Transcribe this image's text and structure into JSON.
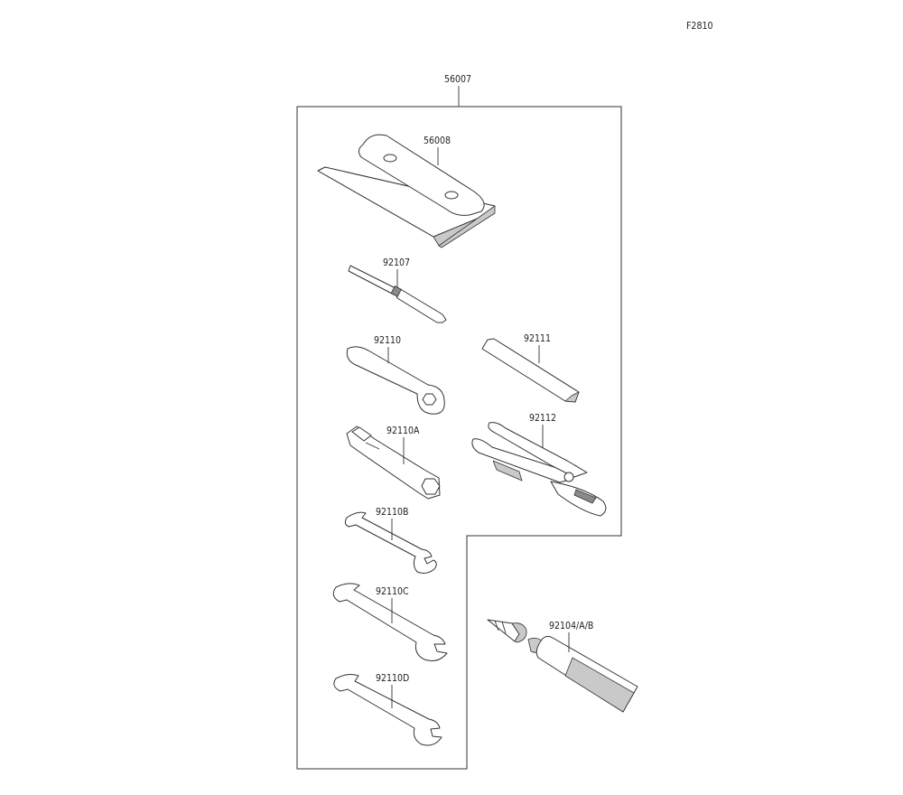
{
  "figure_code": "F2810",
  "parts": [
    {
      "number": "56007"
    },
    {
      "number": "56008"
    },
    {
      "number": "92107"
    },
    {
      "number": "92110"
    },
    {
      "number": "92111"
    },
    {
      "number": "92110A"
    },
    {
      "number": "92112"
    },
    {
      "number": "92110B"
    },
    {
      "number": "92110C"
    },
    {
      "number": "92104/A/B"
    },
    {
      "number": "92110D"
    }
  ]
}
